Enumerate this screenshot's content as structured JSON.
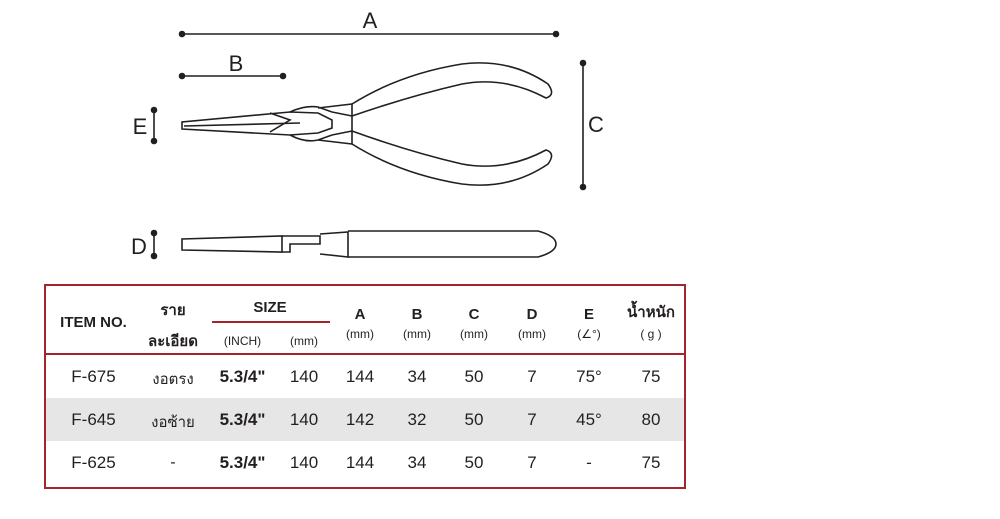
{
  "diagram": {
    "labels": {
      "a": "A",
      "b": "B",
      "c": "C",
      "d": "D",
      "e": "E"
    }
  },
  "table": {
    "header": {
      "item_no": "ITEM NO.",
      "detail_line1": "ราย",
      "detail_line2": "ละเอียด",
      "size": "SIZE",
      "size_inch": "(INCH)",
      "size_mm": "(mm)",
      "a": "A",
      "a_unit": "(mm)",
      "b": "B",
      "b_unit": "(mm)",
      "c": "C",
      "c_unit": "(mm)",
      "d": "D",
      "d_unit": "(mm)",
      "e": "E",
      "e_unit": "(∠°)",
      "weight": "น้ำหนัก",
      "weight_unit": "( g )"
    },
    "rows": [
      {
        "item": "F-675",
        "detail": "งอตรง",
        "inch": "5.3/4\"",
        "mm": "140",
        "a": "144",
        "b": "34",
        "c": "50",
        "d": "7",
        "e": "75°",
        "weight": "75"
      },
      {
        "item": "F-645",
        "detail": "งอซ้าย",
        "inch": "5.3/4\"",
        "mm": "140",
        "a": "142",
        "b": "32",
        "c": "50",
        "d": "7",
        "e": "45°",
        "weight": "80"
      },
      {
        "item": "F-625",
        "detail": "-",
        "inch": "5.3/4\"",
        "mm": "140",
        "a": "144",
        "b": "34",
        "c": "50",
        "d": "7",
        "e": "-",
        "weight": "75"
      }
    ],
    "colors": {
      "border": "#a4262c",
      "stripe": "#e6e6e7",
      "text": "#231f20"
    }
  }
}
